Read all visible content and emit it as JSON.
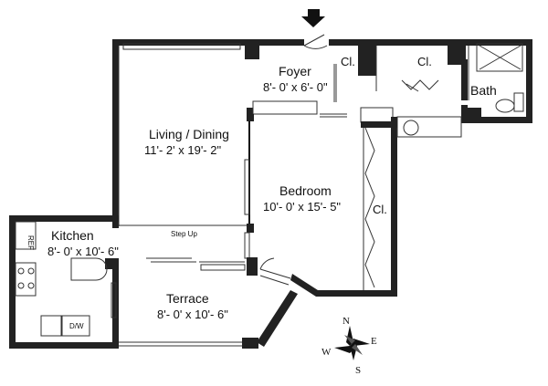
{
  "rooms": {
    "foyer": {
      "name": "Foyer",
      "dims": "8'- 0' x 6'- 0\""
    },
    "living": {
      "name": "Living / Dining",
      "dims": "11'- 2' x 19'- 2\""
    },
    "bedroom": {
      "name": "Bedroom",
      "dims": "10'- 0' x 15'- 5\""
    },
    "kitchen": {
      "name": "Kitchen",
      "dims": "8'- 0' x 10'- 6\""
    },
    "terrace": {
      "name": "Terrace",
      "dims": "8'- 0' x 10'- 6\""
    },
    "bath": {
      "name": "Bath"
    }
  },
  "closets": {
    "cl1": "Cl.",
    "cl2": "Cl.",
    "cl3": "Cl."
  },
  "labels": {
    "step_up": "Step Up",
    "ref": "REF",
    "dw": "D/W"
  },
  "compass": {
    "n": "N",
    "e": "E",
    "s": "S",
    "w": "W"
  }
}
